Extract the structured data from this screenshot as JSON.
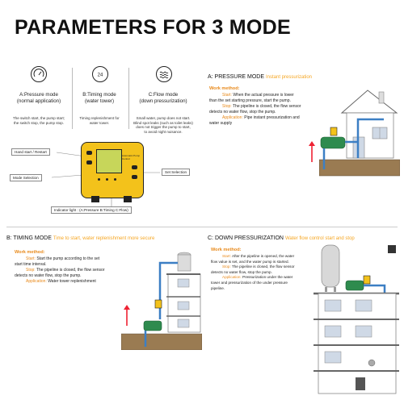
{
  "title": "PARAMETERS FOR 3 MODE",
  "modes": [
    {
      "icon": "pressure-gauge-icon",
      "title_lines": [
        "A:Pressure mode",
        "(normal application)"
      ],
      "desc_lines": [
        "The switch start, the pump start;",
        "the switch stop, the pump stop."
      ]
    },
    {
      "icon": "timer-24h-icon",
      "title_lines": [
        "B:Timing mode",
        "(water tower)"
      ],
      "desc_lines": [
        "Timing replenishment for",
        "water tower."
      ]
    },
    {
      "icon": "water-flow-icon",
      "title_lines": [
        "C:Flow mode",
        "(down pressurization)"
      ],
      "desc_lines": [
        "Small water, pump does not start.",
        "Blind spot leaks (such as toilet leaks)",
        "does not trigger the pump to start,",
        "to avoid night nuisance."
      ]
    }
  ],
  "controller": {
    "callouts": {
      "hand_start": "Hand start / Restart",
      "mode_selection": "Mode Selection",
      "set_selection": "Set Selection",
      "indicator": "Indicator light : (A:Pressure  B:Timing  C:Flow)"
    },
    "brand_label": "Automatic Pump Control",
    "body_color": "#f3c21b"
  },
  "section_a": {
    "label": "A: PRESSURE MODE",
    "subtitle": "Instant pressurization",
    "work_method": "Work method:",
    "start_key": "Start:",
    "start_lines": [
      "When the actual pressure is lower",
      "than the set starting pressure, start the pump."
    ],
    "stop_key": "Stop:",
    "stop_lines": [
      "The pipeline is closed, the flow sensor",
      "detects no water flow, stop the pump."
    ],
    "app_key": "Application:",
    "app_lines": [
      "Pipe instant pressurization and",
      "water supply"
    ]
  },
  "section_b": {
    "label": "B: TIMING MODE",
    "subtitle": "Time to start, water replenishment more secure",
    "work_method": "Work method:",
    "start_key": "Start:",
    "start_lines": [
      "Start the pump according to the set",
      "start time interval."
    ],
    "stop_key": "Stop:",
    "stop_lines": [
      "The pipeline is closed, the flow sensor",
      "detects no water flow, stop the pump."
    ],
    "app_key": "Application:",
    "app_lines": [
      "Water tower replenishment"
    ]
  },
  "section_c": {
    "label": "C: DOWN PRESSURIZATION",
    "subtitle": "Water flow control start and stop",
    "work_method": "Work method:",
    "start_key": "Start:",
    "start_lines": [
      "After the pipeline is opened, the water",
      "flow value is set, and the water pump is started."
    ],
    "stop_key": "Stop:",
    "stop_lines": [
      "The pipeline is closed, the flow sensor",
      "detects no water flow, stop the pump."
    ],
    "app_key": "Application:",
    "app_lines": [
      "Pressurization under the water",
      "tower and pressurization of the under pressure",
      "pipeline."
    ]
  },
  "colors": {
    "accent_orange": "#e8891a",
    "subtitle_orange": "#f5a623",
    "pipe_blue": "#3c7fc4",
    "pump_green": "#2e8b4e",
    "ground": "#9a7b52"
  }
}
